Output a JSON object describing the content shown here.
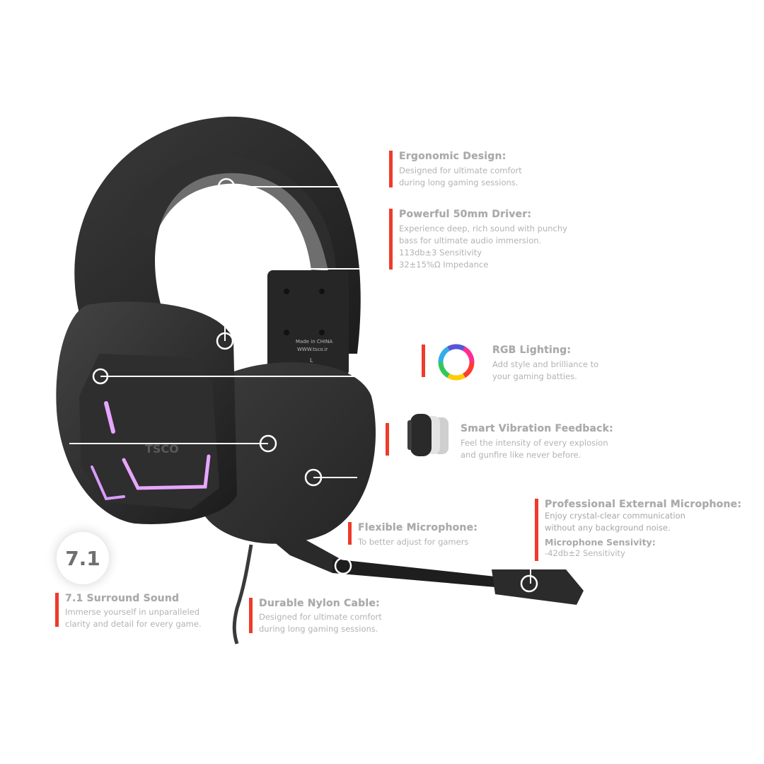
{
  "badge": {
    "label": "7.1"
  },
  "headset_markings": {
    "made_in": "Made in CHINA",
    "website": "WWW.tsco.ir",
    "side": "L",
    "brand": "TSCO"
  },
  "features": {
    "ergonomic": {
      "title": "Ergonomic Design:",
      "lines": [
        "Designed for ultimate comfort",
        "during long gaming sessions."
      ]
    },
    "driver": {
      "title": "Powerful 50mm Driver:",
      "lines": [
        "Experience deep, rich sound with punchy",
        "bass for ultimate audio immersion.",
        "113db±3 Sensitivity",
        "32±15%Ω Impedance"
      ]
    },
    "rgb": {
      "title": "RGB Lighting:",
      "lines": [
        "Add style and brilliance to",
        "your gaming batties."
      ]
    },
    "vibration": {
      "title": "Smart Vibration Feedback:",
      "lines": [
        "Feel the intensity of every explosion",
        "and gunfire like never before."
      ]
    },
    "ext_mic": {
      "title": "Professional External Microphone:",
      "lines": [
        "Enjoy crystal-clear communication",
        "without any background noise."
      ],
      "subtitle": "Microphone Sensivity:",
      "sub_lines": [
        "-42db±2 Sensitivity"
      ]
    },
    "flex_mic": {
      "title": "Flexible Microphone:",
      "lines": [
        "To better adjust for gamers"
      ]
    },
    "surround": {
      "title": "7.1 Surround Sound",
      "lines": [
        "Immerse yourself in unparalleled",
        "clarity and detail for every game."
      ]
    },
    "cable": {
      "title": "Durable Nylon Cable:",
      "lines": [
        "Designed for ultimate comfort",
        "during long gaming sessions."
      ]
    }
  },
  "colors": {
    "accent": "#ee3b2b",
    "headset": "#2b2b2b",
    "text": "#aaaaaa",
    "rgb_glow": "#e7a6ff"
  },
  "icons": {
    "rgb": "rgb-ring-icon",
    "vibration": "vibration-icon"
  }
}
